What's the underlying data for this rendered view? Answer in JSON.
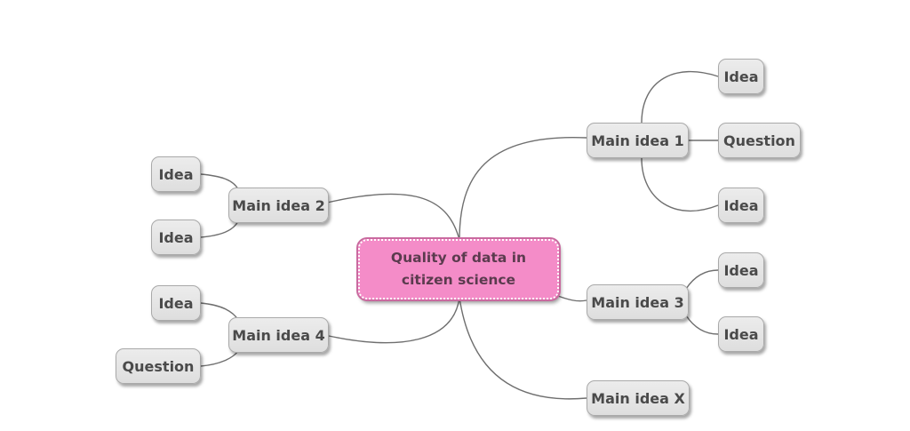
{
  "center": {
    "line1": "Quality of data in",
    "line2": "citizen science",
    "color": "#f48cc8"
  },
  "branches": {
    "main1": {
      "label": "Main idea 1",
      "children": [
        "Idea",
        "Question",
        "Idea"
      ]
    },
    "main2": {
      "label": "Main idea 2",
      "children": [
        "Idea",
        "Idea"
      ]
    },
    "main3": {
      "label": "Main idea 3",
      "children": [
        "Idea",
        "Idea"
      ]
    },
    "main4": {
      "label": "Main idea 4",
      "children": [
        "Idea",
        "Question"
      ]
    },
    "mainX": {
      "label": "Main idea X",
      "children": []
    }
  }
}
